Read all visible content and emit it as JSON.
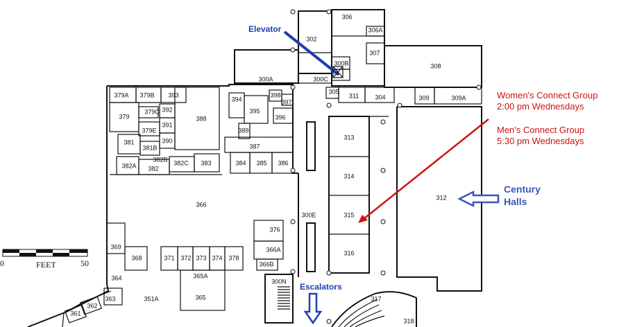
{
  "rooms": [
    {
      "id": "r306",
      "label": "306"
    },
    {
      "id": "r306a",
      "label": "306A"
    },
    {
      "id": "r307",
      "label": "307"
    },
    {
      "id": "r302",
      "label": "302"
    },
    {
      "id": "r308",
      "label": "308"
    },
    {
      "id": "r300b",
      "label": "300B"
    },
    {
      "id": "r300a",
      "label": "300A"
    },
    {
      "id": "r300c",
      "label": "300C"
    },
    {
      "id": "r305",
      "label": "305"
    },
    {
      "id": "r311",
      "label": "311"
    },
    {
      "id": "r304",
      "label": "304"
    },
    {
      "id": "r309",
      "label": "309"
    },
    {
      "id": "r309a",
      "label": "309A"
    },
    {
      "id": "r379a",
      "label": "379A"
    },
    {
      "id": "r379b",
      "label": "379B"
    },
    {
      "id": "r393",
      "label": "393"
    },
    {
      "id": "r394",
      "label": "394"
    },
    {
      "id": "r398",
      "label": "398"
    },
    {
      "id": "r397",
      "label": "397"
    },
    {
      "id": "r379",
      "label": "379"
    },
    {
      "id": "r379c",
      "label": "379C"
    },
    {
      "id": "r392",
      "label": "392"
    },
    {
      "id": "r391",
      "label": "391"
    },
    {
      "id": "r388",
      "label": "388"
    },
    {
      "id": "r395",
      "label": "395"
    },
    {
      "id": "r396",
      "label": "396"
    },
    {
      "id": "r389",
      "label": "389"
    },
    {
      "id": "r379e",
      "label": "379E"
    },
    {
      "id": "r381",
      "label": "381"
    },
    {
      "id": "r381b",
      "label": "381B"
    },
    {
      "id": "r390",
      "label": "390"
    },
    {
      "id": "r387",
      "label": "387"
    },
    {
      "id": "r382a",
      "label": "382A"
    },
    {
      "id": "r382b",
      "label": "382B"
    },
    {
      "id": "r382",
      "label": "382"
    },
    {
      "id": "r382c",
      "label": "382C"
    },
    {
      "id": "r383",
      "label": "383"
    },
    {
      "id": "r384",
      "label": "384"
    },
    {
      "id": "r385",
      "label": "385"
    },
    {
      "id": "r386",
      "label": "386"
    },
    {
      "id": "r313",
      "label": "313"
    },
    {
      "id": "r314",
      "label": "314"
    },
    {
      "id": "r315",
      "label": "315"
    },
    {
      "id": "r316",
      "label": "316"
    },
    {
      "id": "r312",
      "label": "312"
    },
    {
      "id": "r366",
      "label": "366"
    },
    {
      "id": "r300e",
      "label": "300E"
    },
    {
      "id": "r376",
      "label": "376"
    },
    {
      "id": "r366a",
      "label": "366A"
    },
    {
      "id": "r366b",
      "label": "366B"
    },
    {
      "id": "r369",
      "label": "369"
    },
    {
      "id": "r368",
      "label": "368"
    },
    {
      "id": "r371",
      "label": "371"
    },
    {
      "id": "r372",
      "label": "372"
    },
    {
      "id": "r373",
      "label": "373"
    },
    {
      "id": "r374",
      "label": "374"
    },
    {
      "id": "r378",
      "label": "378"
    },
    {
      "id": "r365a",
      "label": "365A"
    },
    {
      "id": "r365",
      "label": "365"
    },
    {
      "id": "r300n",
      "label": "300N"
    },
    {
      "id": "r364",
      "label": "364"
    },
    {
      "id": "r363",
      "label": "363"
    },
    {
      "id": "r362",
      "label": "362"
    },
    {
      "id": "r361",
      "label": "361"
    },
    {
      "id": "r351a",
      "label": "351A"
    },
    {
      "id": "r317",
      "label": "317"
    },
    {
      "id": "r318",
      "label": "318"
    }
  ],
  "callouts": {
    "elevator": "Elevator",
    "escalators": "Escalators",
    "century_line1": "Century",
    "century_line2": "Halls",
    "women_line1": "Women's Connect Group",
    "women_line2": "2:00 pm Wednesdays",
    "men_line1": "Men's Connect Group",
    "men_line2": "5:30 pm Wednesdays"
  },
  "scale": {
    "start": "0",
    "unit": "FEET",
    "end": "50"
  },
  "colors": {
    "callout_red": "#cc1111",
    "callout_blue": "#1f3fae",
    "walls": "#111111"
  }
}
